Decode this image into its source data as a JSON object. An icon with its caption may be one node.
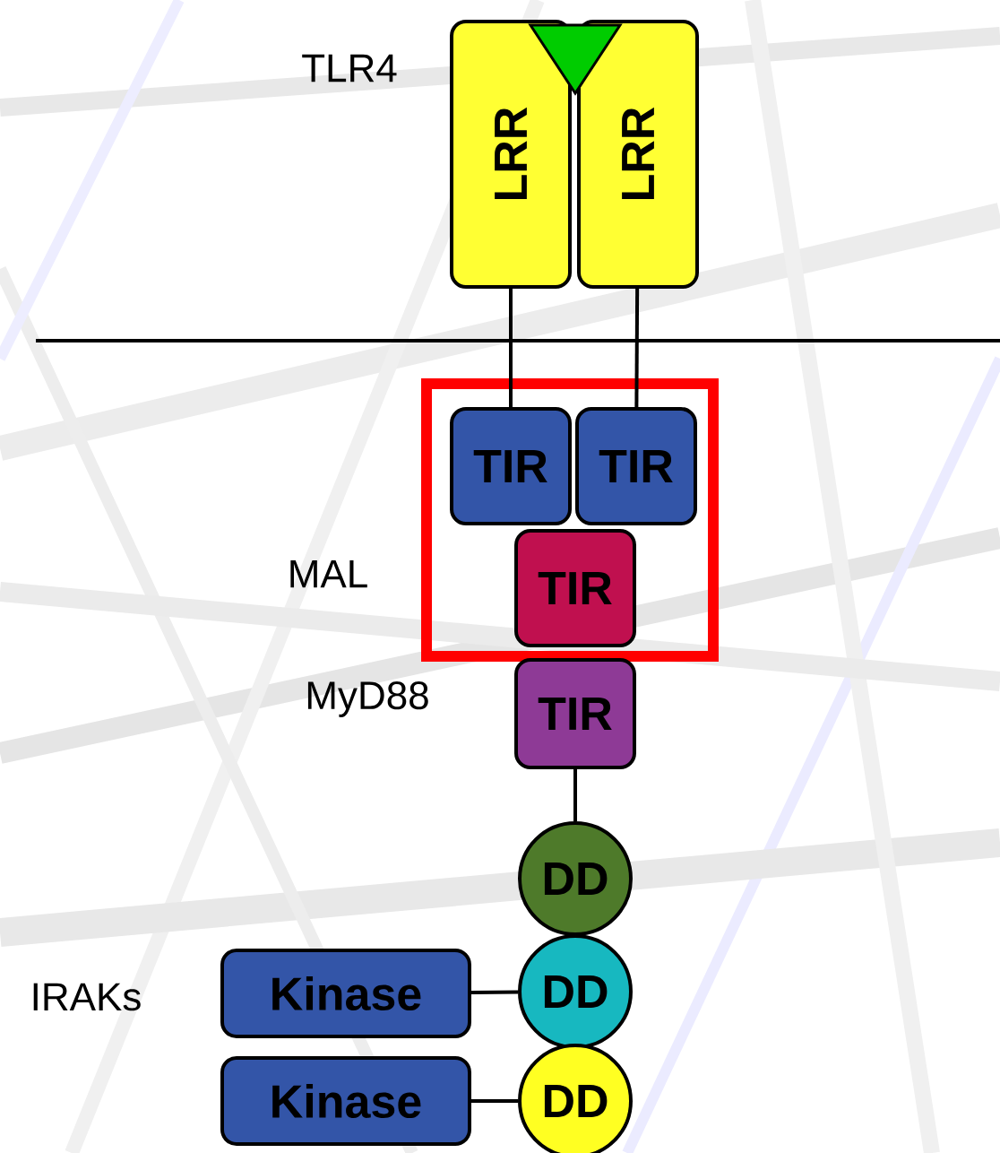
{
  "diagram": {
    "nodes": [
      {
        "text": [
          "LRR"
        ]
      },
      {
        "text": [
          "LRR"
        ]
      },
      {
        "text": [],
        "shape": "box"
      },
      {
        "text": [
          "TIR"
        ],
        "in": 2
      },
      {
        "text": [
          "TIR"
        ],
        "in": 2
      },
      {
        "text": [
          "TIR"
        ],
        "in": 2
      },
      {
        "text": [
          "TIR"
        ]
      },
      {
        "text": [
          "DD"
        ]
      },
      {
        "text": [
          "Kinase"
        ]
      },
      {
        "text": [
          "DD"
        ]
      },
      {
        "text": [
          "Kinase"
        ]
      },
      {
        "text": [
          "DD"
        ]
      }
    ],
    "edges": [
      {
        "from": 0,
        "to": 3,
        "arrow": "none"
      },
      {
        "from": 1,
        "to": 4,
        "arrow": "none"
      },
      {
        "from": 6,
        "to": 7,
        "arrow": "none"
      },
      {
        "from": 8,
        "to": 9,
        "arrow": "none"
      },
      {
        "from": 10,
        "to": 11,
        "arrow": "none"
      }
    ],
    "labels": [
      "TLR4",
      "MAL",
      "MyD88",
      "IRAKs"
    ]
  }
}
